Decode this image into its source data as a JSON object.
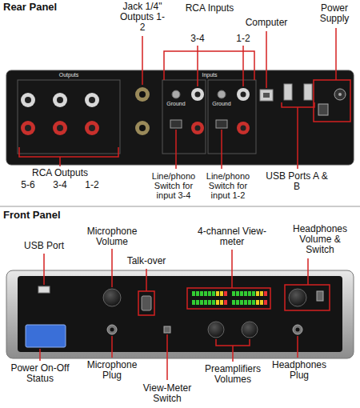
{
  "diagram": {
    "labels": [
      "Rear Panel",
      "Jack 1/4\" Outputs 1-2",
      "RCA Inputs",
      "3-4",
      "1-2",
      "Computer",
      "Power Supply",
      "Outputs",
      "Inputs",
      "Ground",
      "Ground",
      "RCA Outputs",
      "5-6",
      "3-4",
      "1-2",
      "Line/phono Switch for input 3-4",
      "Line/phono Switch for input 1-2",
      "USB Ports A & B",
      "Front Panel",
      "Microphone Volume",
      "USB Port",
      "Talk-over",
      "4-channel View-meter",
      "Headphones Volume & Switch",
      "Power On-Off Status",
      "Microphone Plug",
      "View-Meter Switch",
      "Preamplifiers Volumes",
      "Headphones Plug"
    ]
  }
}
